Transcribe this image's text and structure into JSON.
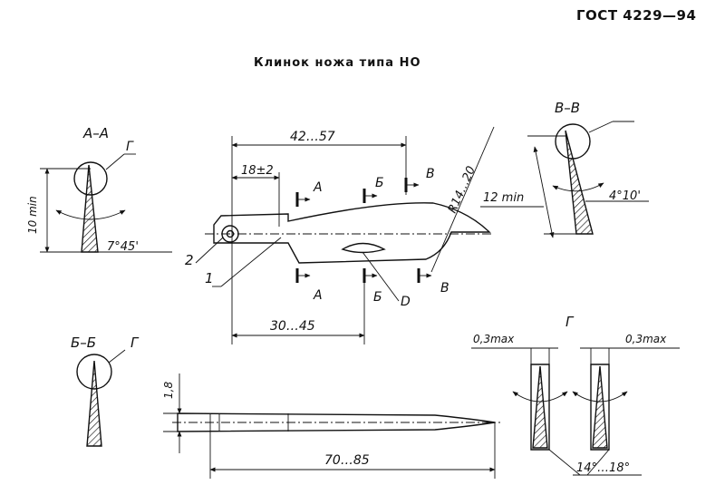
{
  "header": {
    "standard": "ГОСТ 4229—94",
    "title": "Клинок ножа типа НО"
  },
  "sections": {
    "aa": "А–А",
    "vv": "В–В",
    "bb": "Б–Б",
    "g": "Г"
  },
  "dimensions": {
    "overall_top": "42…57",
    "pivot_offset": "18±2",
    "overall_bottom": "30…45",
    "length": "70…85",
    "height_aa": "10 min",
    "height_vv": "12 min",
    "radius": "R14…20",
    "thickness": "1,8",
    "edge_max_left": "0,3max",
    "edge_max_right": "0,3max"
  },
  "angles": {
    "aa": "7°45'",
    "vv": "4°10'",
    "g": "14°…18°"
  },
  "markers": {
    "a": "А",
    "b": "Б",
    "v": "В",
    "d": "D",
    "g": "Г",
    "one": "1",
    "two": "2"
  }
}
